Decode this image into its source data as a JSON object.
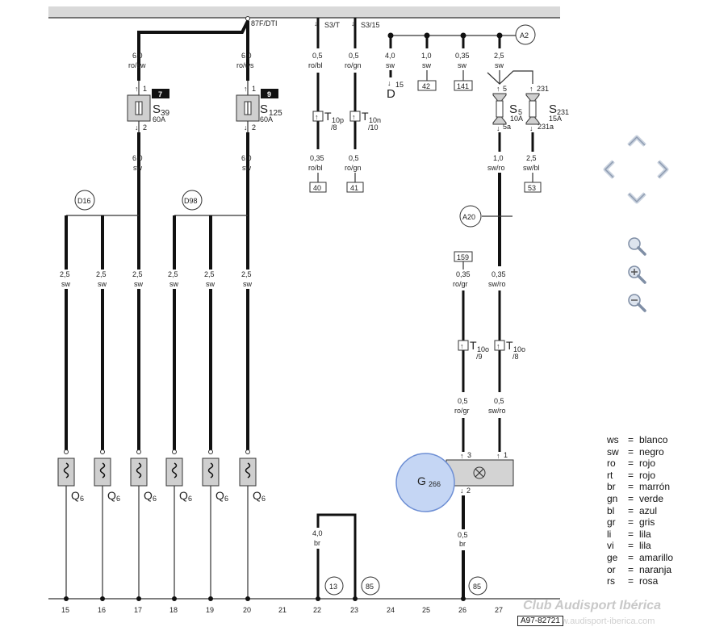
{
  "header": {
    "bus_label_87f": "87F/DTI",
    "bus_label_s3t": "S3/T",
    "bus_label_s315": "S3/15"
  },
  "top_wires": {
    "left1": {
      "size": "6,0",
      "color": "ro/sw"
    },
    "left2": {
      "size": "6,0",
      "color": "ro/ws"
    },
    "mid1": {
      "size": "0,5",
      "color": "ro/bl"
    },
    "mid2": {
      "size": "0,5",
      "color": "ro/gn"
    },
    "r1": {
      "size": "4,0",
      "color": "sw"
    },
    "r2": {
      "size": "1,0",
      "color": "sw"
    },
    "r3": {
      "size": "0,35",
      "color": "sw"
    },
    "r4": {
      "size": "2,5",
      "color": "sw"
    }
  },
  "fuses": {
    "s39": {
      "badge": "7",
      "name": "S",
      "sub": "39",
      "rating": "60A",
      "pin1": "1",
      "pin2": "2"
    },
    "s125": {
      "badge": "9",
      "name": "S",
      "sub": "125",
      "rating": "60A",
      "pin1": "1",
      "pin2": "2"
    },
    "s5": {
      "name": "S",
      "sub": "5",
      "rating": "10A",
      "pin_top": "5",
      "pin_bottom": "5a"
    },
    "s231": {
      "name": "S",
      "sub": "231",
      "rating": "15A",
      "pin_top": "231",
      "pin_bottom": "231a"
    }
  },
  "below_fuse_wires": {
    "a": {
      "size": "6,0",
      "color": "sw"
    },
    "b": {
      "size": "6,0",
      "color": "sw"
    },
    "c": {
      "size": "0,35",
      "color": "ro/bl"
    },
    "d": {
      "size": "0,5",
      "color": "ro/gn"
    },
    "e": {
      "size": "1,0",
      "color": "sw/ro"
    },
    "f": {
      "size": "2,5",
      "color": "sw/bl"
    }
  },
  "refs": {
    "r42": "42",
    "r141": "141",
    "r40": "40",
    "r41": "41",
    "r53": "53",
    "r159": "159"
  },
  "connectors": {
    "t10p": {
      "name": "T",
      "sub": "10p",
      "pin": "/8"
    },
    "t10n": {
      "name": "T",
      "sub": "10n",
      "pin": "/10"
    },
    "t10o_a": {
      "name": "T",
      "sub": "10o",
      "pin": "/9"
    },
    "t10o_b": {
      "name": "T",
      "sub": "10o",
      "pin": "/8"
    }
  },
  "d_component": {
    "name": "D",
    "sub": "15"
  },
  "circles": {
    "a2": "A2",
    "a20": "A20",
    "d16": "D16",
    "d98": "D98",
    "c13": "13",
    "c85a": "85",
    "c85b": "85"
  },
  "glow_wires": [
    {
      "size": "2,5",
      "color": "sw"
    },
    {
      "size": "2,5",
      "color": "sw"
    },
    {
      "size": "2,5",
      "color": "sw"
    },
    {
      "size": "2,5",
      "color": "sw"
    },
    {
      "size": "2,5",
      "color": "sw"
    },
    {
      "size": "2,5",
      "color": "sw"
    }
  ],
  "glow_plug": {
    "name": "Q",
    "sub": "6"
  },
  "right_wires": {
    "w1": {
      "size": "0,35",
      "color": "ro/gr"
    },
    "w2": {
      "size": "0,35",
      "color": "sw/ro"
    },
    "w3": {
      "size": "0,5",
      "color": "ro/gr"
    },
    "w4": {
      "size": "0,5",
      "color": "sw/ro"
    },
    "w5": {
      "size": "0,5",
      "color": "br"
    },
    "w6": {
      "size": "4,0",
      "color": "br"
    }
  },
  "sensor": {
    "name": "G",
    "sub": "266",
    "pin3": "3",
    "pin1": "1",
    "pin2": "2"
  },
  "bottom_numbers": [
    "15",
    "16",
    "17",
    "18",
    "19",
    "20",
    "21",
    "22",
    "23",
    "24",
    "25",
    "26",
    "27"
  ],
  "legend": [
    {
      "code": "ws",
      "meaning": "blanco"
    },
    {
      "code": "sw",
      "meaning": "negro"
    },
    {
      "code": "ro",
      "meaning": "rojo"
    },
    {
      "code": "rt",
      "meaning": "rojo"
    },
    {
      "code": "br",
      "meaning": "marrón"
    },
    {
      "code": "gn",
      "meaning": "verde"
    },
    {
      "code": "bl",
      "meaning": "azul"
    },
    {
      "code": "gr",
      "meaning": "gris"
    },
    {
      "code": "li",
      "meaning": "lila"
    },
    {
      "code": "vi",
      "meaning": "lila"
    },
    {
      "code": "ge",
      "meaning": "amarillo"
    },
    {
      "code": "or",
      "meaning": "naranja"
    },
    {
      "code": "rs",
      "meaning": "rosa"
    }
  ],
  "watermark": {
    "brand": "Club Audisport Ibérica",
    "url": "www.audisport-iberica.com"
  },
  "diagram_code": "A97-82721",
  "nav_icons": [
    "pan-up-icon",
    "pan-left-icon",
    "pan-right-icon",
    "pan-down-icon",
    "zoom-icon",
    "zoom-in-icon",
    "zoom-out-icon"
  ]
}
